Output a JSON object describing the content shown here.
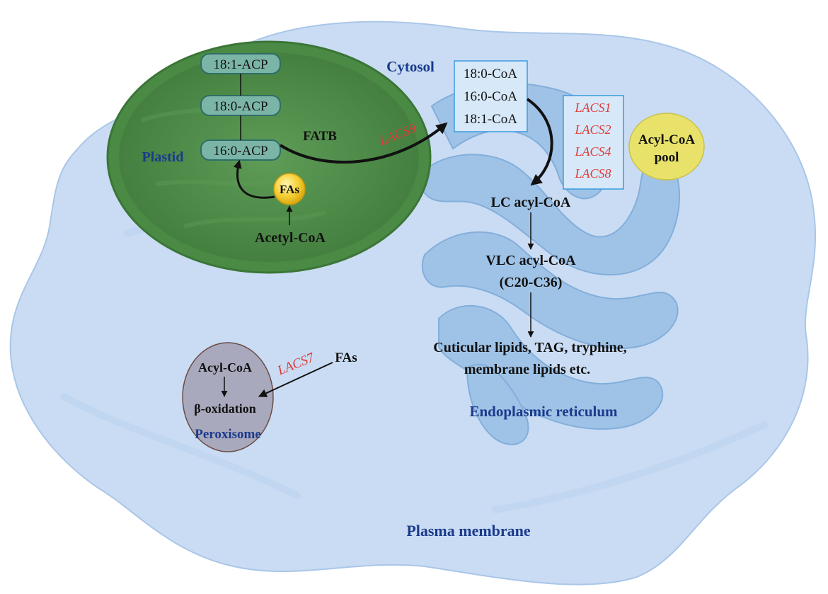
{
  "compartments": {
    "plastid": "Plastid",
    "cytosol": "Cytosol",
    "er": "Endoplasmic reticulum",
    "peroxisome": "Peroxisome",
    "plasma_membrane": "Plasma membrane"
  },
  "plastid": {
    "acp": [
      "18:1-ACP",
      "18:0-ACP",
      "16:0-ACP"
    ],
    "fas": "FAs",
    "acetyl_coa": "Acetyl-CoA",
    "fatb": "FATB"
  },
  "cytosol_box": [
    "18:0-CoA",
    "16:0-CoA",
    "18:1-CoA"
  ],
  "enzymes": {
    "lacs9": "LACS9",
    "er_list": [
      "LACS1",
      "LACS2",
      "LACS4",
      "LACS8"
    ],
    "lacs7": "LACS7"
  },
  "pool": [
    "Acyl-CoA",
    "pool"
  ],
  "er_pathway": {
    "lc": "LC acyl-CoA",
    "vlc_1": "VLC acyl-CoA",
    "vlc_2": "(C20-C36)",
    "products_1": "Cuticular lipids, TAG, tryphine,",
    "products_2": "membrane lipids etc."
  },
  "peroxisome": {
    "acyl_coa": "Acyl-CoA",
    "beta_ox": "β-oxidation",
    "fas": "FAs"
  },
  "colors": {
    "cell": "#c9dcf3",
    "er": "#9fc3e6",
    "plastid": "#4f8f4a",
    "acp_box": "#7bb5a8",
    "fas_ball": "#f5cf33",
    "pool": "#e8e26a",
    "peroxisome": "#a9a9bd",
    "enzyme_red": "#e03a3a",
    "label_blue": "#1b3a8c",
    "box_blue": "#3b9be0"
  }
}
